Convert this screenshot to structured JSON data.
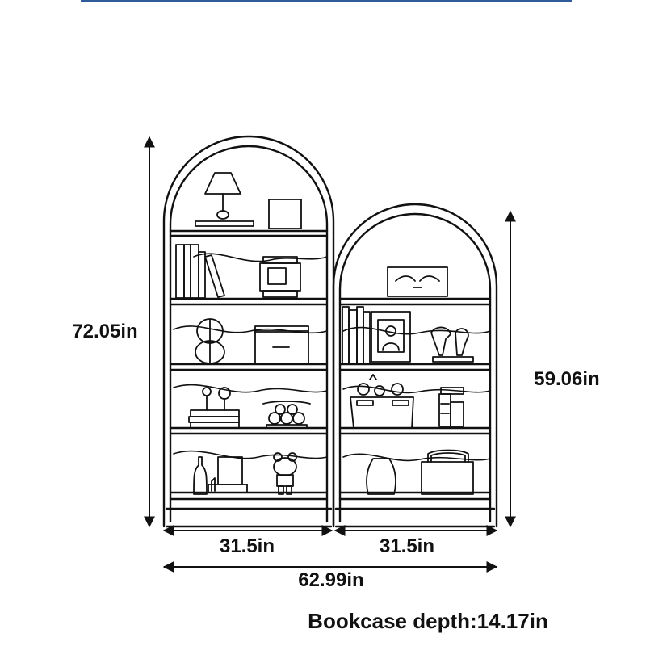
{
  "dimensions": {
    "tall_height": "72.05in",
    "short_height": "59.06in",
    "left_width": "31.5in",
    "right_width": "31.5in",
    "total_width": "62.99in",
    "depth_note": "Bookcase depth:14.17in"
  },
  "colors": {
    "line": "#111111",
    "accent_top": "#2f5b9a",
    "background": "#ffffff"
  },
  "icons": [
    "table-lamp-icon",
    "picture-frame-icon",
    "book-row-icon",
    "camera-decor-icon",
    "stacked-ball-vase-icon",
    "storage-box-icon",
    "trophy-stack-icon",
    "fruit-bowl-icon",
    "bottle-vase-icon",
    "bear-figurine-icon",
    "wall-art-frame-icon",
    "portrait-frame-icon",
    "bird-figurine-icon",
    "toy-basket-icon",
    "pot-vase-icon",
    "storage-bin-icon"
  ]
}
